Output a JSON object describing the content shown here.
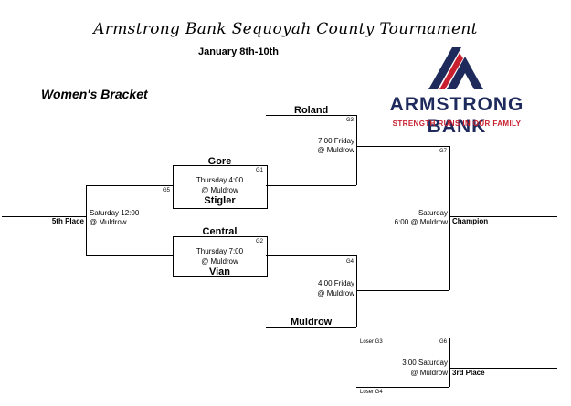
{
  "title": "Armstrong Bank Sequoyah County Tournament",
  "dates": "January 8th-10th",
  "bracket_heading": "Women's Bracket",
  "brand": {
    "name": "ARMSTRONG BANK",
    "tagline": "STRENGTH RUNS IN OUR FAMILY",
    "colors": {
      "navy": "#1f2a5c",
      "red": "#c8202f"
    }
  },
  "teams": {
    "roland": "Roland",
    "gore": "Gore",
    "stigler": "Stigler",
    "central": "Central",
    "vian": "Vian",
    "muldrow": "Muldrow"
  },
  "games": {
    "g1": {
      "label": "G1",
      "line1": "Thursday 4:00",
      "line2": "@ Muldrow"
    },
    "g2": {
      "label": "G2",
      "line1": "Thursday  7:00",
      "line2": "@ Muldrow"
    },
    "g3": {
      "label": "G3",
      "line1": "7:00 Friday",
      "line2": "@ Muldrow"
    },
    "g4": {
      "label": "G4",
      "line1": "4:00 Friday",
      "line2": "@ Muldrow"
    },
    "g5": {
      "label": "G5",
      "line1": "Saturday  12:00",
      "line2": "@ Muldrow"
    },
    "g6": {
      "label": "G6",
      "line1": "3:00 Saturday",
      "line2": "@ Muldrow"
    },
    "g7": {
      "label": "G7",
      "line1": "Saturday",
      "line2": "6:00 @ Muldrow"
    }
  },
  "places": {
    "fifth": "5th Place",
    "champion": "Champion",
    "third": "3rd Place"
  },
  "losers": {
    "loser_g3": "Loser G3",
    "loser_g4": "Loser G4"
  }
}
